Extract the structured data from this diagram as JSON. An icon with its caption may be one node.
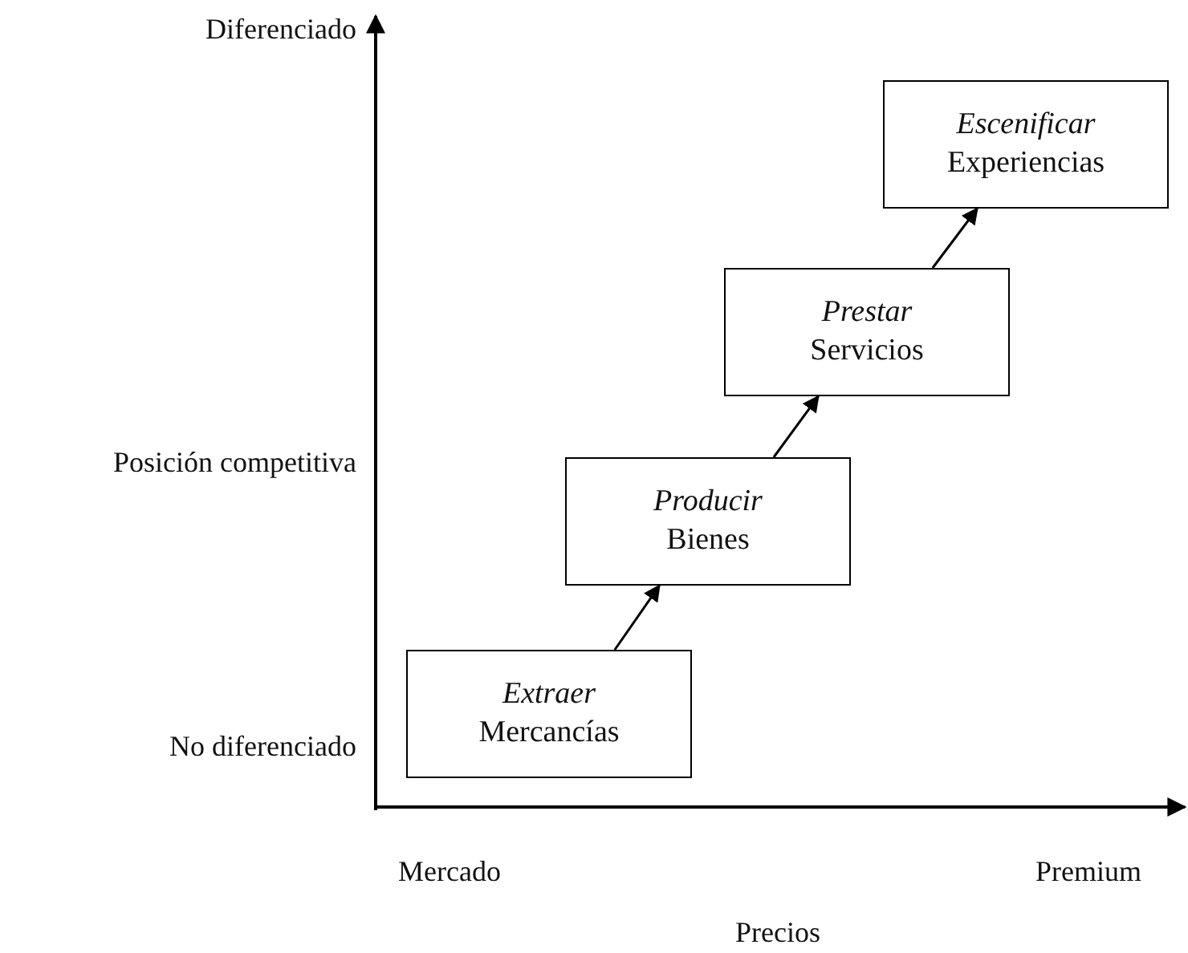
{
  "diagram": {
    "nodes": [
      {
        "text": [
          "Extraer",
          "Mercancías"
        ]
      },
      {
        "text": [
          "Producir",
          "Bienes"
        ]
      },
      {
        "text": [
          "Prestar",
          "Servicios"
        ]
      },
      {
        "text": [
          "Escenificar",
          "Experiencias"
        ]
      }
    ],
    "edges": [
      {
        "from": 0,
        "to": 1,
        "arrow": "to"
      },
      {
        "from": 1,
        "to": 2,
        "arrow": "to"
      },
      {
        "from": 2,
        "to": 3,
        "arrow": "to"
      }
    ],
    "labels": [
      "Diferenciado",
      "Posición competitiva",
      "No diferenciado",
      "Mercado",
      "Premium",
      "Precios"
    ]
  }
}
